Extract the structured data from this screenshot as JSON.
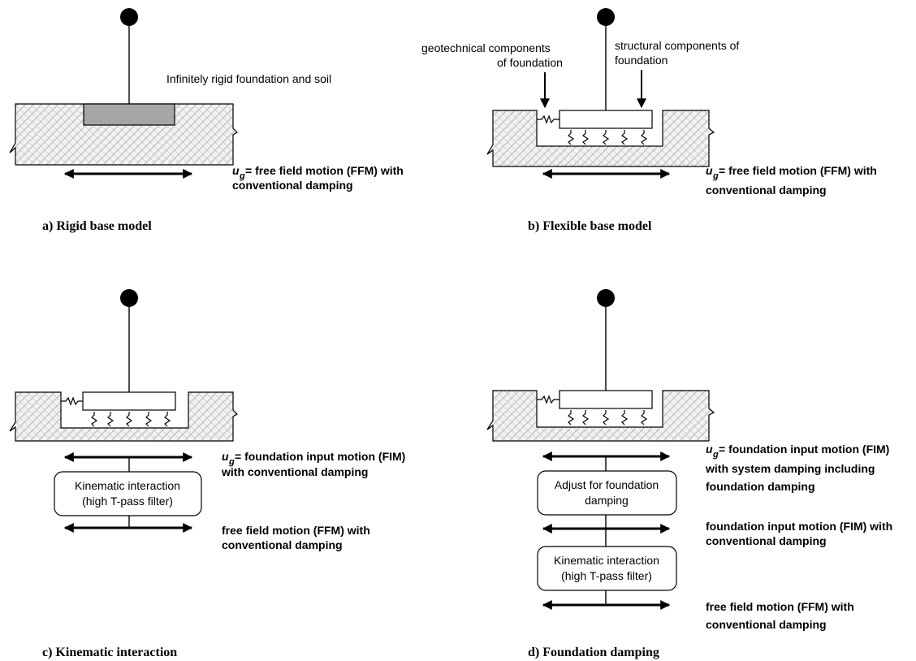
{
  "panel_a": {
    "note": "Infinitely rigid foundation and soil",
    "ug": "u",
    "ug_sub": "g",
    "motion_1": "= free field motion (FFM) with",
    "motion_2": "conventional damping",
    "caption": "a) Rigid base model"
  },
  "panel_b": {
    "geo_1": "geotechnical components",
    "geo_2": "of foundation",
    "struct_1": "structural components of",
    "struct_2": "foundation",
    "ug": "u",
    "ug_sub": "g",
    "motion_1": "= free field motion (FFM) with",
    "motion_2": "conventional damping",
    "caption": "b) Flexible base model"
  },
  "panel_c": {
    "ug": "u",
    "ug_sub": "g",
    "motion_1": "= foundation input motion (FIM)",
    "motion_2": "with conventional damping",
    "box_1": "Kinematic interaction",
    "box_2": "(high T-pass filter)",
    "ffm_1": "free field motion (FFM) with",
    "ffm_2": "conventional damping",
    "caption": "c) Kinematic interaction"
  },
  "panel_d": {
    "ug": "u",
    "ug_sub": "g",
    "motion_1": "= foundation input motion (FIM)",
    "motion_2": "with system damping including",
    "motion_3": "foundation damping",
    "adj_1": "Adjust for foundation",
    "adj_2": "damping",
    "fim_1": "foundation input motion (FIM) with",
    "fim_2": "conventional damping",
    "box_1": "Kinematic interaction",
    "box_2": "(high T-pass filter)",
    "ffm_1": "free field motion (FFM) with",
    "ffm_2": "conventional damping",
    "caption": "d) Foundation damping"
  }
}
